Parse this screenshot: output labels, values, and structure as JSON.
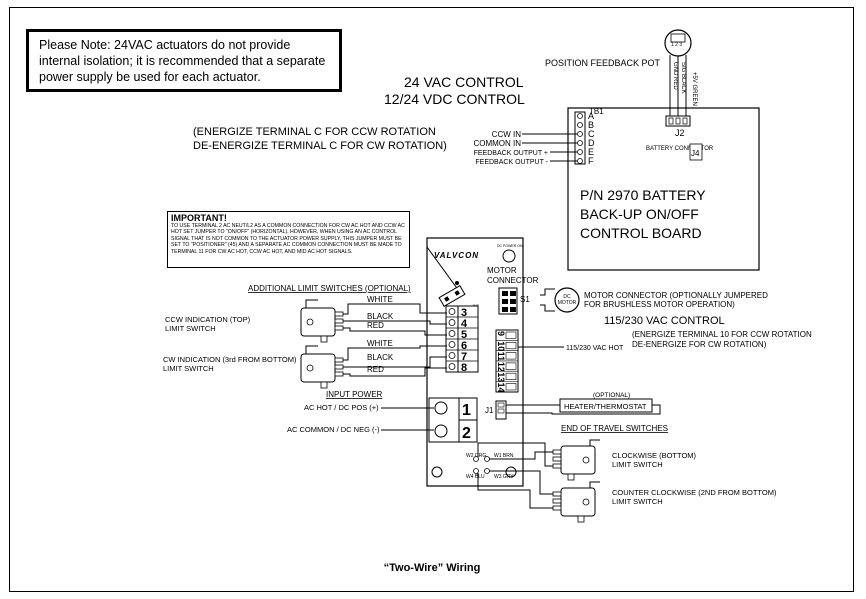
{
  "note": "Please Note: 24VAC actuators do not provide internal isolation; it is recommended that a separate power supply be used for each actuator.",
  "voltage": {
    "line1": "24 VAC CONTROL",
    "line2": "12/24 VDC CONTROL"
  },
  "rotation_note": {
    "line1": "(ENERGIZE TERMINAL C FOR CCW ROTATION",
    "line2": "DE-ENERGIZE TERMINAL C FOR CW ROTATION)"
  },
  "pot": {
    "label": "POSITION FEEDBACK POT",
    "wires": [
      "+5V GREEN",
      "SIG BLACK",
      "GND RED"
    ],
    "numbers": "1 2 3",
    "connector": "J2"
  },
  "board": {
    "tb1": "TB1",
    "terminal_letters": [
      "A",
      "B",
      "C",
      "D",
      "E",
      "F"
    ],
    "inputs": [
      "CCW IN",
      "COMMON IN",
      "FEEDBACK OUTPUT +",
      "FEEDBACK OUTPUT -"
    ],
    "battery_connector": "BATTERY CONNECTOR",
    "j4": "J4",
    "title_lines": [
      "P/N 2970 BATTERY",
      "BACK-UP ON/OFF",
      "CONTROL BOARD"
    ]
  },
  "important": {
    "title": "IMPORTANT!",
    "body": "TO USE TERMINAL 2 AC NEUT/L2 AS A COMMON CONNECTION FOR CW AC HOT AND CCW AC HOT SET JUMPER TO \"ON/OFF\" (HORIZONTAL). HOWEVER, WHEN USING AN AC CONTROL SIGNAL THAT IS NOT COMMON TO THE ACTUATOR POWER SUPPLY, THIS JUMPER MUST BE SET TO \"POSITIONER\" (45) AND A SEPARATE AC COMMON CONNECTION MUST BE MADE TO TERMINAL 11 FOR CW AC HOT, CCW AC HOT, AND MID AC HOT SIGNALS."
  },
  "controller": {
    "logo": "VALVCON",
    "power_label": "DC POWER ON"
  },
  "limit": {
    "header": "ADDITIONAL LIMIT SWITCHES (OPTIONAL)",
    "ccw": {
      "line1": "CCW INDICATION (TOP)",
      "line2": "LIMIT SWITCH"
    },
    "cw": {
      "line1": "CW INDICATION (3rd FROM BOTTOM)",
      "line2": "LIMIT SWITCH"
    },
    "wire_colors": [
      "WHITE",
      "BLACK",
      "RED"
    ],
    "terminal_numbers": [
      "3",
      "4",
      "5",
      "6",
      "7",
      "8"
    ]
  },
  "motor": {
    "connector_label": "MOTOR CONNECTOR",
    "s1": "S1",
    "dc_motor": "DC MOTOR",
    "note_line1": "MOTOR CONNECTOR (OPTIONALLY JUMPERED",
    "note_line2": "FOR BRUSHLESS MOTOR OPERATION)"
  },
  "vac": {
    "title": "115/230 VAC CONTROL",
    "note_line1": "(ENERGIZE TERMINAL 10 FOR CCW ROTATION",
    "note_line2": "DE-ENERGIZE FOR CW ROTATION)",
    "hot": "115/230 VAC HOT",
    "terminals": [
      "9",
      "10",
      "11",
      "12",
      "13",
      "14"
    ]
  },
  "input_power": {
    "header": "INPUT POWER",
    "ac_hot": "AC HOT / DC POS (+)",
    "ac_common": "AC COMMON / DC NEG (-)",
    "terminals": [
      "1",
      "2"
    ]
  },
  "heater": {
    "optional": "(OPTIONAL)",
    "label": "HEATER/THERMOSTAT",
    "jack": "J1"
  },
  "end_of_travel": {
    "header": "END OF TRAVEL SWITCHES",
    "cw": {
      "line1": "CLOCKWISE (BOTTOM)",
      "line2": "LIMIT SWITCH"
    },
    "ccw": {
      "line1": "COUNTER CLOCKWISE (2ND FROM BOTTOM)",
      "line2": "LIMIT SWITCH"
    },
    "wires": [
      "W2 ORG",
      "W1 BRN",
      "W4 BLU",
      "W3 GRY"
    ]
  },
  "caption": "“Two-Wire” Wiring"
}
